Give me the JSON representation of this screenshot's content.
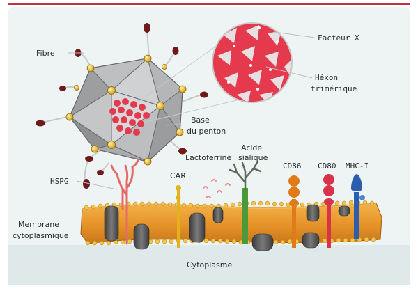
{
  "labels": {
    "fibre": "Fibre",
    "facteur_x": "Facteur X",
    "hexon_line1": "Héxon",
    "hexon_line2": "trimérique",
    "base_line1": "Base",
    "base_line2": "du penton",
    "lactoferrine": "Lactoferrine",
    "acide_line1": "Acide",
    "acide_line2": "sialique",
    "hspg": "HSPG",
    "car": "CAR",
    "cd86": "CD86",
    "cd80": "CD80",
    "mhc": "MHC-I",
    "membrane_line1": "Membrane",
    "membrane_line2": "cytoplasmique",
    "cytoplasme": "Cytoplasme"
  },
  "colors": {
    "top_rule": "#c0304a",
    "panel_bg": "#eef4f4",
    "virus_face": "#a7a9ab",
    "vertex": "#e8b316",
    "fibre_knob": "#6e1a1a",
    "hexon_red": "#e5394d",
    "membrane_orange": "#e8962a",
    "protein_dark": "#555555",
    "cd86": "#e07b1a",
    "cd80": "#d8334a",
    "mhc": "#2b5fae",
    "car": "#e5b21c",
    "sialic": "#4a9a3a"
  }
}
